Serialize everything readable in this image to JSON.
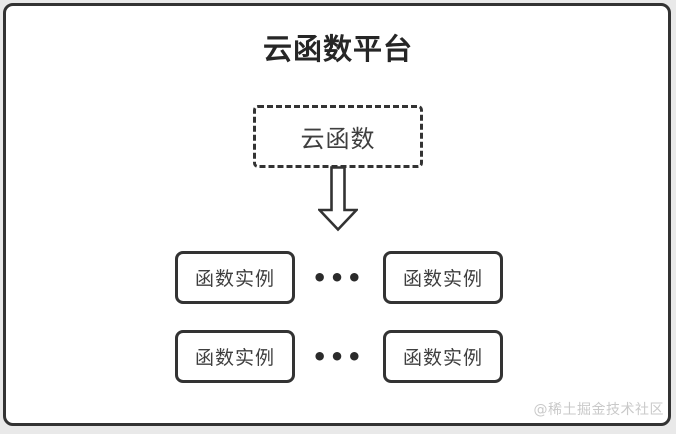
{
  "diagram": {
    "title": "云函数平台",
    "root_node": {
      "label": "云函数"
    },
    "arrow_icon": "down-arrow",
    "rows": [
      {
        "left": "函数实例",
        "dots": "•••",
        "right": "函数实例"
      },
      {
        "left": "函数实例",
        "dots": "•••",
        "right": "函数实例"
      }
    ],
    "watermark": "@稀土掘金技术社区"
  },
  "colors": {
    "ink": "#333333",
    "title_text": "#262626",
    "node_text": "#3f3f3f",
    "watermark_text": "#c9c9c9",
    "panel_background": "#ffffff",
    "outer_background": "#e9e9e9"
  }
}
